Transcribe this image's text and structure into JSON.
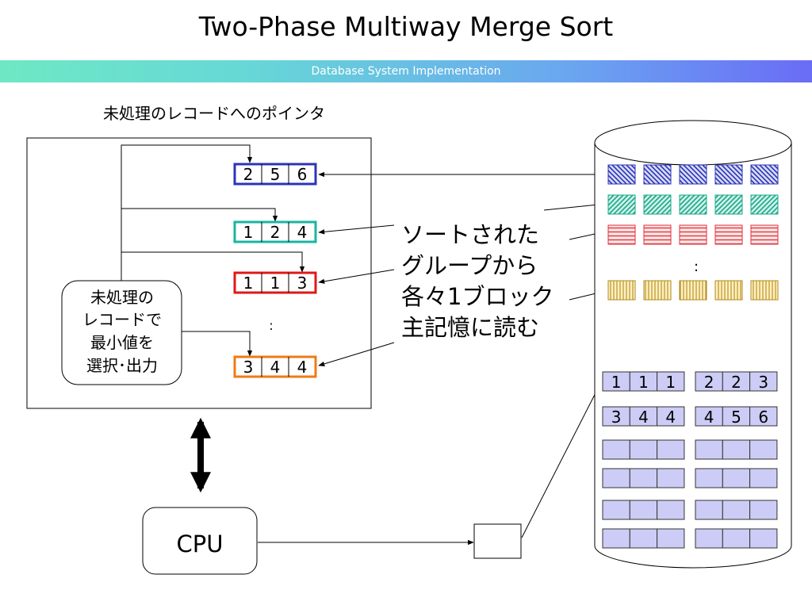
{
  "header": {
    "title": "Two-Phase Multiway Merge Sort",
    "subtitle": "Database System Implementation",
    "banner_colors": [
      "#6ee8c4",
      "#6a6cf6"
    ]
  },
  "memory": {
    "label": "未処理のレコードへのポインタ",
    "selector_lines": [
      "未処理の",
      "レコードで",
      "最小値を",
      "選択･出力"
    ],
    "ellipsis": ":",
    "buffers": [
      {
        "values": [
          "2",
          "5",
          "6"
        ],
        "color": "#2b34b8"
      },
      {
        "values": [
          "1",
          "2",
          "4"
        ],
        "color": "#19b5a0"
      },
      {
        "values": [
          "1",
          "1",
          "3"
        ],
        "color": "#e01818"
      },
      {
        "values": [
          "3",
          "4",
          "4"
        ],
        "color": "#f07a14"
      }
    ]
  },
  "annotation": {
    "lines": [
      "ソートされた",
      "グループから",
      "各々1ブロック",
      "主記憶に読む"
    ]
  },
  "cpu": {
    "label": "CPU"
  },
  "disk": {
    "ellipsis": ":",
    "sorted_groups": [
      {
        "pattern": "diagonal-back",
        "color": "#2b34b8",
        "fill": "#d8dcf4"
      },
      {
        "pattern": "diagonal-forward",
        "color": "#19a88a",
        "fill": "#d0f0e8"
      },
      {
        "pattern": "horizontal",
        "color": "#e0303a",
        "fill": "#fbe4e4"
      },
      {
        "pattern": "vertical",
        "color": "#b08a1c",
        "fill": "#fff0c0"
      }
    ],
    "output_blocks": [
      [
        "1",
        "1",
        "1"
      ],
      [
        "2",
        "2",
        "3"
      ],
      [
        "3",
        "4",
        "4"
      ],
      [
        "4",
        "5",
        "6"
      ],
      [
        "",
        "",
        ""
      ],
      [
        "",
        "",
        ""
      ],
      [
        "",
        "",
        ""
      ],
      [
        "",
        "",
        ""
      ],
      [
        "",
        "",
        ""
      ],
      [
        "",
        "",
        ""
      ],
      [
        "",
        "",
        ""
      ],
      [
        "",
        "",
        ""
      ]
    ],
    "block_fill": "#ccccf6"
  }
}
